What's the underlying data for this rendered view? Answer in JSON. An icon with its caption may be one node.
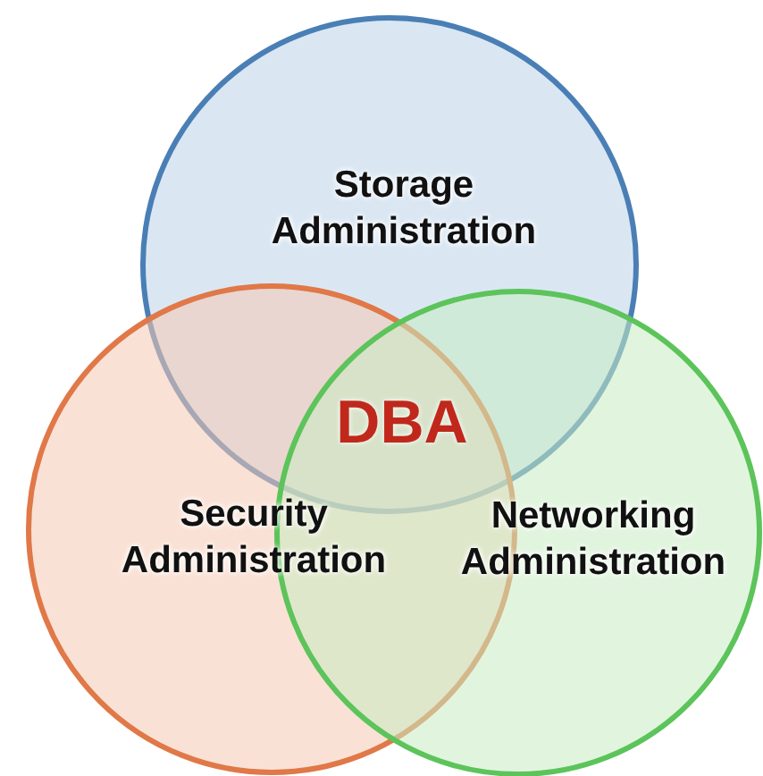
{
  "diagram": {
    "nodes": [
      {
        "text": [
          "Storage Administration"
        ]
      },
      {
        "text": [
          "Security Administration"
        ]
      },
      {
        "text": [
          "Networking Administration"
        ]
      }
    ],
    "edges": [],
    "labels": [
      "DBA"
    ]
  }
}
